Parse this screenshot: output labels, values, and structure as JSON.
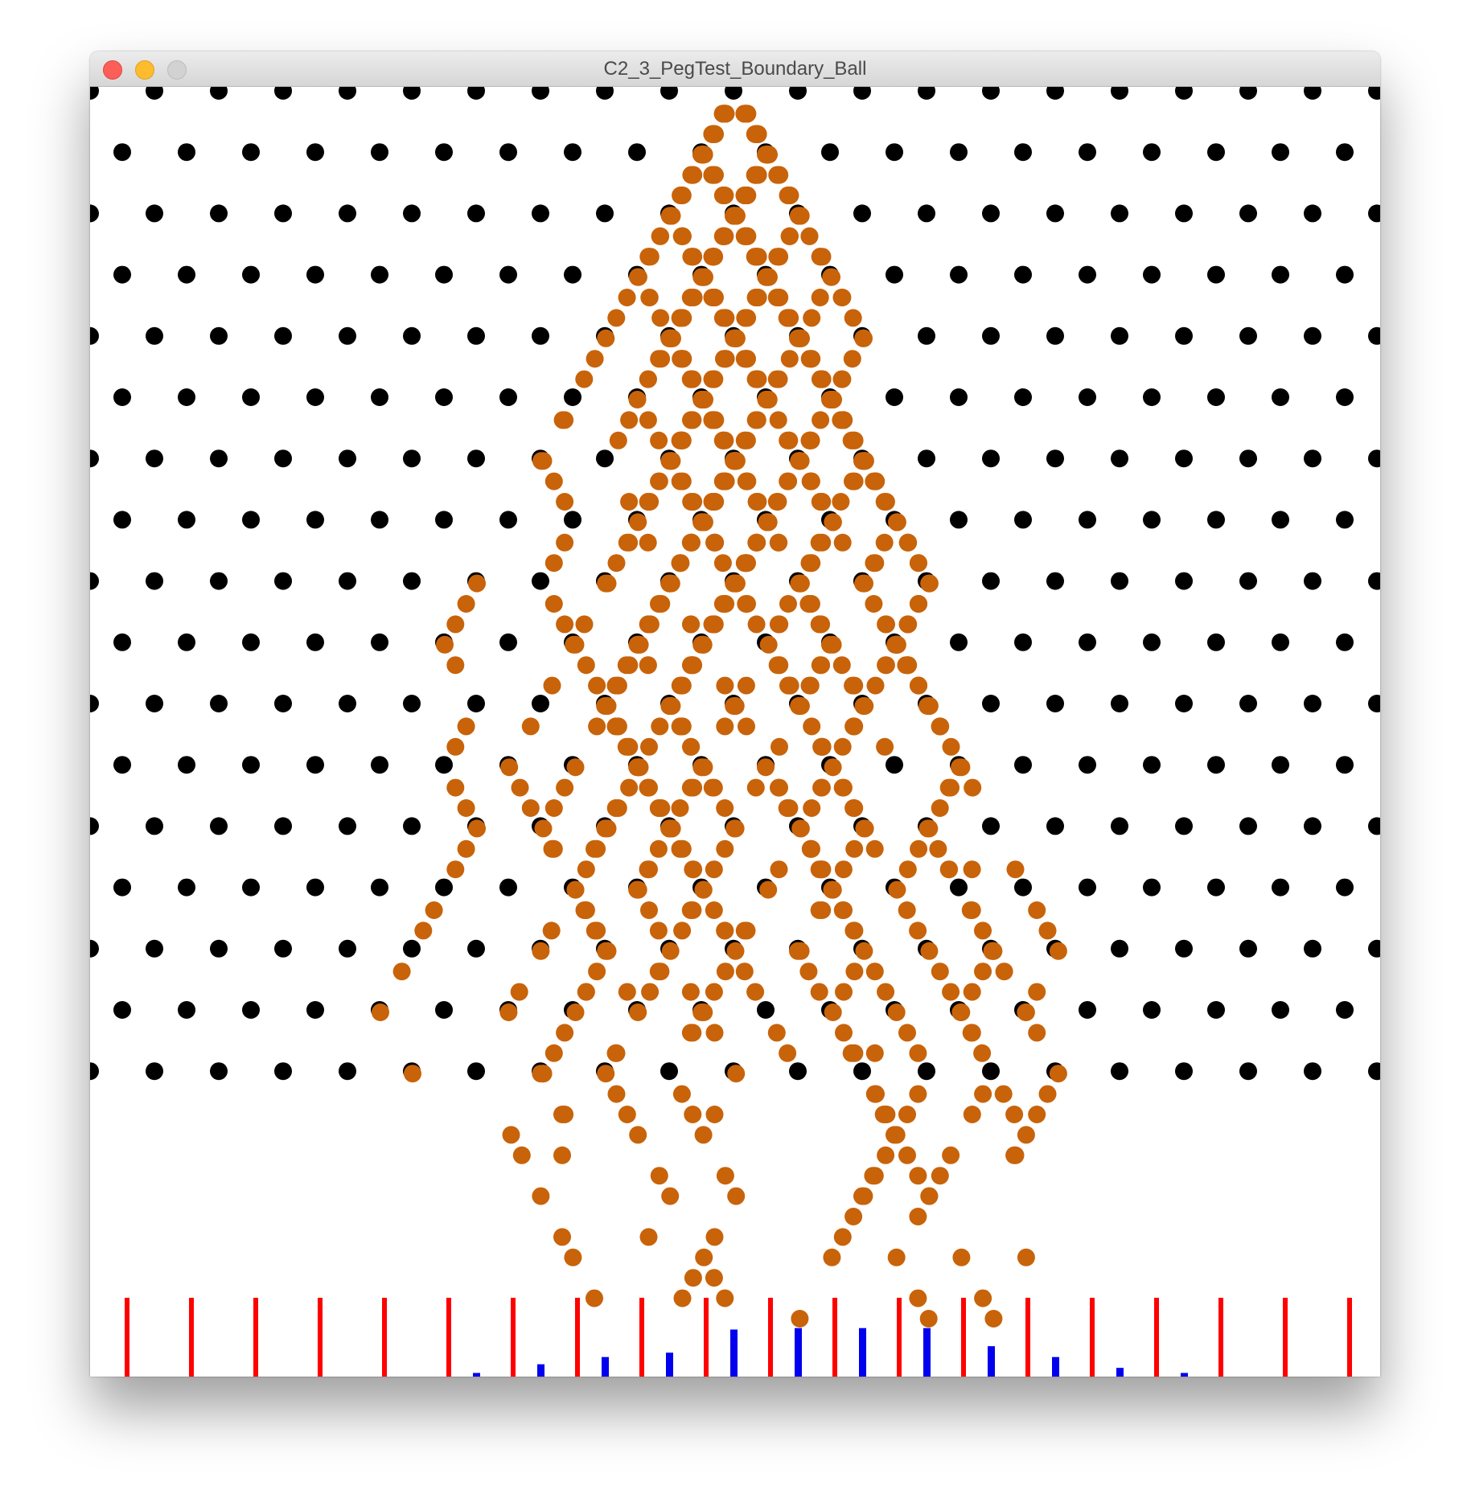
{
  "window": {
    "title": "C2_3_PegTest_Boundary_Ball",
    "controls": [
      "close",
      "minimize",
      "maximize"
    ]
  },
  "simulation": {
    "peg_color": "#000000",
    "ball_color": "#c8630a",
    "divider_color": "#ff0000",
    "histogram_color": "#0000ee",
    "histogram_bins": [
      0,
      0,
      0,
      0,
      0,
      0.05,
      0.17,
      0.27,
      0.33,
      0.65,
      0.67,
      0.67,
      0.67,
      0.42,
      0.27,
      0.12,
      0.05,
      0,
      0,
      0
    ]
  }
}
